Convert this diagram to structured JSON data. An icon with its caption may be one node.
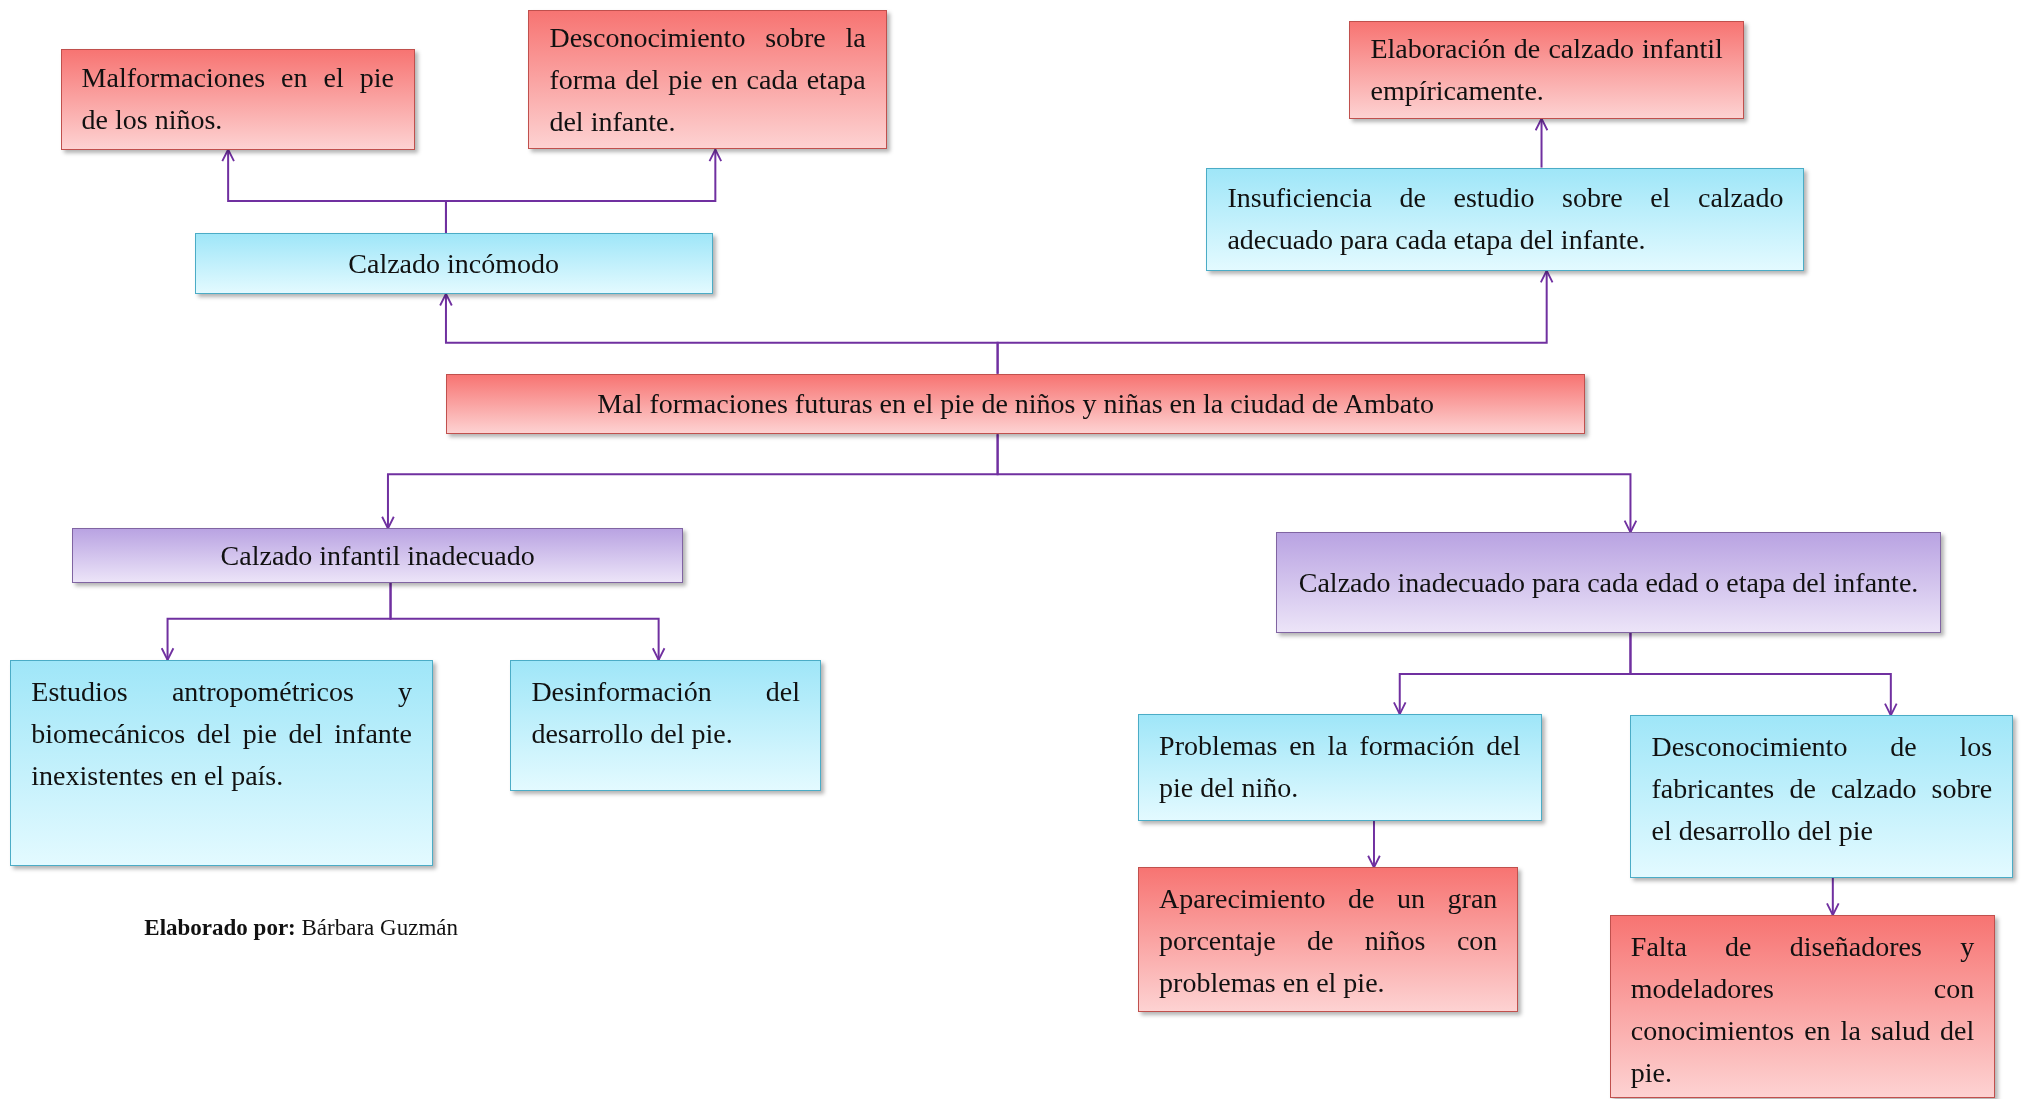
{
  "diagram": {
    "nodes": [
      {
        "text": [
          "Malformaciones en el pie de los niños."
        ]
      },
      {
        "text": [
          "Desconocimiento sobre la forma del pie en cada etapa del infante."
        ]
      },
      {
        "text": [
          "Elaboración de calzado infantil empíricamente."
        ]
      },
      {
        "text": [
          "Calzado incómodo"
        ]
      },
      {
        "text": [
          "Insuficiencia de estudio sobre el calzado adecuado para cada etapa del infante."
        ]
      },
      {
        "text": [
          "Mal formaciones futuras en el  pie de niños y niñas en la ciudad de Ambato"
        ]
      },
      {
        "text": [
          "Calzado infantil inadecuado"
        ]
      },
      {
        "text": [
          "Calzado inadecuado para cada edad o etapa del infante."
        ]
      },
      {
        "text": [
          "Estudios antropométricos y biomecánicos del pie del infante inexistentes en el país."
        ]
      },
      {
        "text": [
          "Desinformación del desarrollo del pie."
        ]
      },
      {
        "text": [
          "Problemas en la formación del pie del niño."
        ]
      },
      {
        "text": [
          "Desconocimiento de los fabricantes de calzado sobre el desarrollo del pie"
        ]
      },
      {
        "text": [
          "Aparecimiento de un gran porcentaje de niños con problemas en el pie."
        ]
      },
      {
        "text": [
          "Falta de diseñadores y modeladores con conocimientos en la salud del pie."
        ]
      }
    ],
    "edges": [
      {
        "from": 3,
        "to": 0,
        "arrow": "to"
      },
      {
        "from": 3,
        "to": 1,
        "arrow": "to"
      },
      {
        "from": 5,
        "to": 3,
        "arrow": "to"
      },
      {
        "from": 5,
        "to": 4,
        "arrow": "to"
      },
      {
        "from": 4,
        "to": 2,
        "arrow": "to"
      },
      {
        "from": 5,
        "to": 6,
        "arrow": "to"
      },
      {
        "from": 5,
        "to": 7,
        "arrow": "to"
      },
      {
        "from": 6,
        "to": 8,
        "arrow": "to"
      },
      {
        "from": 6,
        "to": 9,
        "arrow": "to"
      },
      {
        "from": 7,
        "to": 10,
        "arrow": "to"
      },
      {
        "from": 7,
        "to": 11,
        "arrow": "to"
      },
      {
        "from": 10,
        "to": 12,
        "arrow": "to"
      },
      {
        "from": 11,
        "to": 13,
        "arrow": "to"
      }
    ],
    "labels": [
      "**Elaborado por:** Bárbara Guzmán"
    ]
  }
}
